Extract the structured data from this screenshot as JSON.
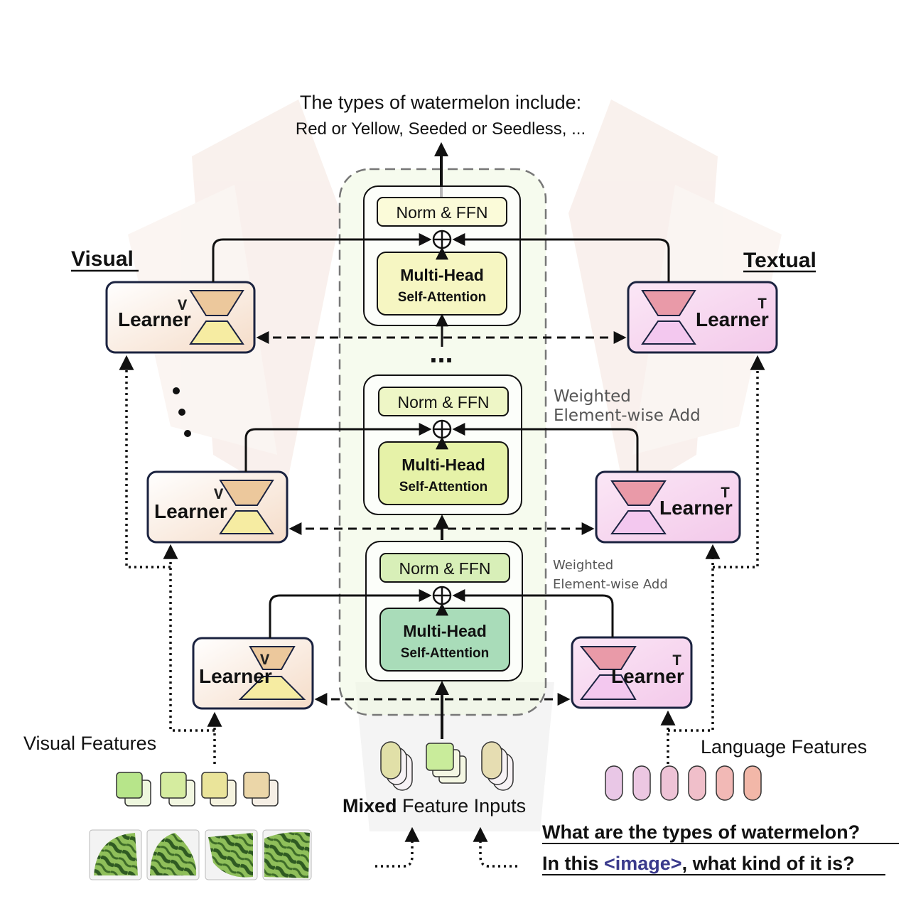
{
  "output": {
    "line1": "The types of watermelon include:",
    "line2": "Red or Yellow, Seeded or Seedless, ..."
  },
  "blocks": [
    {
      "norm": "Norm & FFN",
      "attn1": "Multi-Head",
      "attn2": "Self-Attention"
    },
    {
      "norm": "Norm & FFN",
      "attn1": "Multi-Head",
      "attn2": "Self-Attention"
    },
    {
      "norm": "Norm & FFN",
      "attn1": "Multi-Head",
      "attn2": "Self-Attention"
    }
  ],
  "ellipsis": "...",
  "side_titles": {
    "visual": "Visual",
    "textual": "Textual"
  },
  "learner": {
    "label": "Learner",
    "visual_sup": "V",
    "textual_sup": "T"
  },
  "weighted_add": {
    "upper": [
      "Weighted",
      "Element-wise Add"
    ],
    "lower": [
      "Weighted",
      "Element-wise Add"
    ]
  },
  "features": {
    "visual": "Visual Features",
    "language": "Language Features",
    "mixed_bold": "Mixed",
    "mixed_rest": " Feature Inputs"
  },
  "questions": {
    "q1": "What are the types of watermelon?",
    "q2_pre": "In this ",
    "q2_token": "<image>",
    "q2_post": ", what kind of it is?"
  },
  "colors": {
    "token_green": "#c9ec9b",
    "token_pink": "#e9c7e6",
    "token_salmon": "#f2b7a8",
    "attn_top": "#f6f6c2",
    "attn_mid": "#e6f2a8",
    "attn_bottom": "#a9dcb9",
    "image_token": "#3a3a8c"
  }
}
